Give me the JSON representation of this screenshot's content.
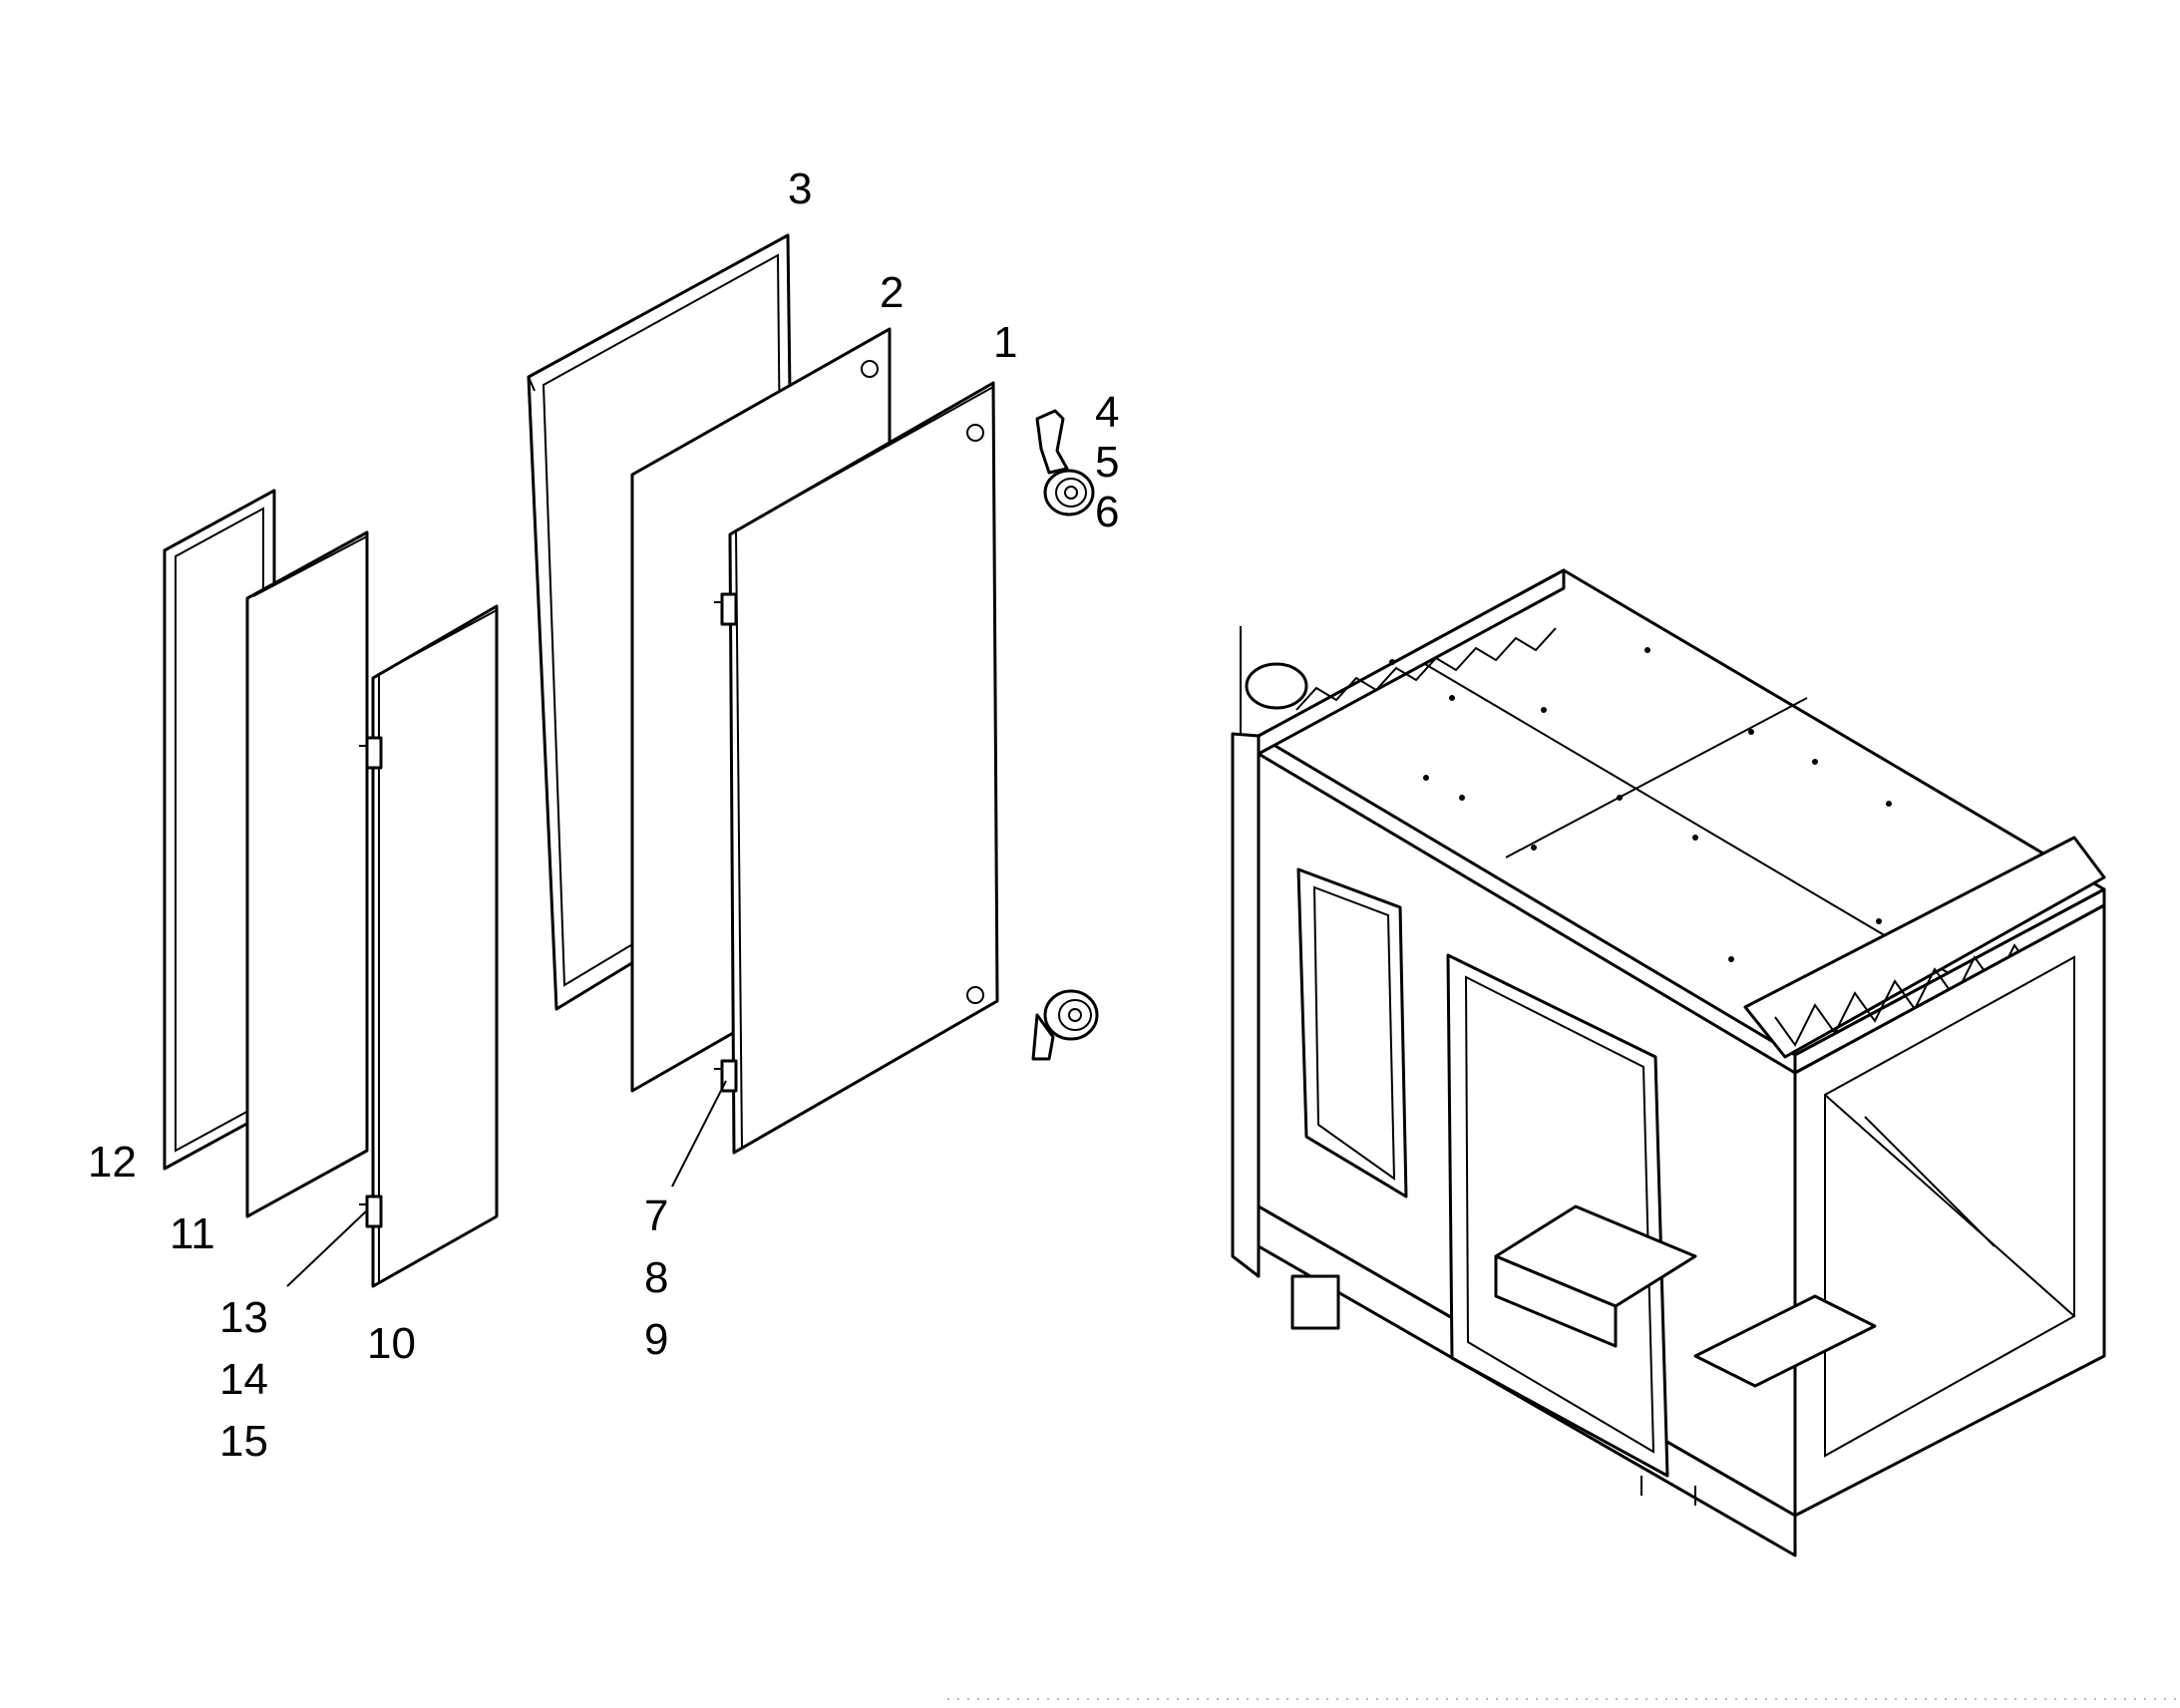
{
  "callouts": {
    "c1": "1",
    "c2": "2",
    "c3": "3",
    "c4": "4",
    "c5": "5",
    "c6": "6",
    "c7": "7",
    "c8": "8",
    "c9": "9",
    "c10": "10",
    "c11": "11",
    "c12": "12",
    "c13": "13",
    "c14": "14",
    "c15": "15"
  },
  "colors": {
    "line": "#000000",
    "background": "#ffffff"
  }
}
